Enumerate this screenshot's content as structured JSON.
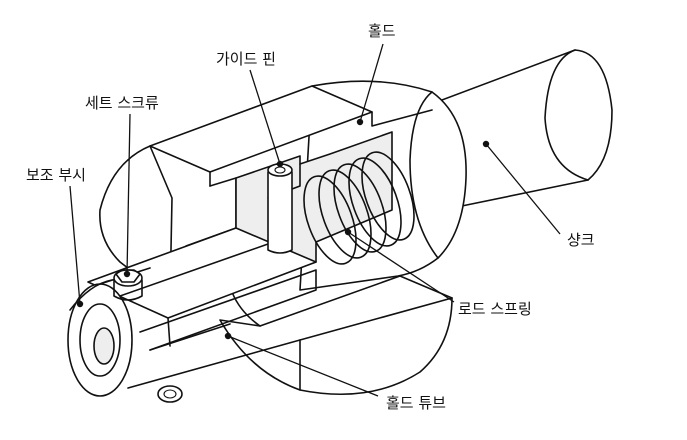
{
  "labels": {
    "guide_pin": "가이드 핀",
    "hold": "홀드",
    "set_screw": "세트 스크류",
    "aux_bush": "보조 부시",
    "shank": "샹크",
    "rod_spring": "로드 스프링",
    "hold_tube": "홀드 튜브"
  },
  "colors": {
    "line": "#111111",
    "background": "#ffffff"
  }
}
